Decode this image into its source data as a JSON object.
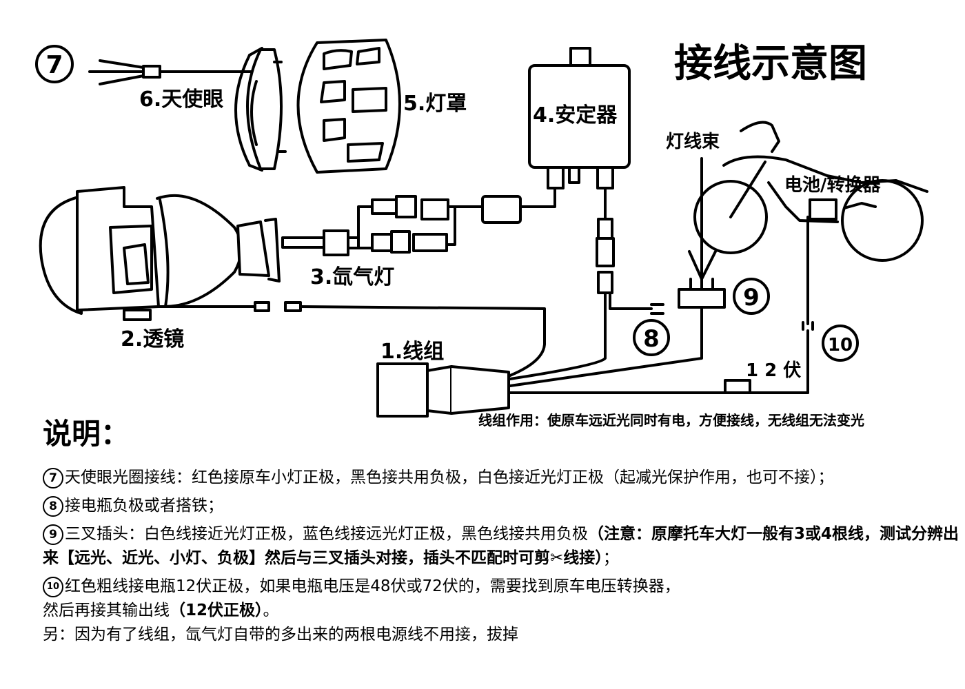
{
  "title": "接线示意图",
  "labels": {
    "angel_eye": "6.天使眼",
    "lamp_cover": "5.灯罩",
    "ballast": "4.安定器",
    "xenon_lamp": "3.氙气灯",
    "lens": "2.透镜",
    "harness": "1.线组",
    "light_harness": "灯线束",
    "battery_converter": "电池/转换器",
    "volt12": "1 2 伏"
  },
  "markers": {
    "m7": "7",
    "m8": "8",
    "m9": "9",
    "m10": "10"
  },
  "harness_function": "线组作用：使原车远近光同时有电，方便接线，无线组无法变光",
  "notes": {
    "heading": "说明：",
    "n7_marker": "7",
    "n7_text": "天使眼光圈接线：红色接原车小灯正极，黑色接共用负极，白色接近光灯正极（起减光保护作用，也可不接）；",
    "n8_marker": "8",
    "n8_text": "接电瓶负极或者搭铁；",
    "n9_marker": "9",
    "n9_text": "三叉插头：白色线接近光灯正极，蓝色线接远光灯正极，黑色线接共用负极",
    "n9_bold": "（注意：原摩托车大灯一般有3或4根线，测试分辨出来【远光、近光、小灯、负极】然后与三叉插头对接，插头不匹配时可剪✂线接）",
    "n9_end": "；",
    "n10_marker": "10",
    "n10_text": "红色粗线接电瓶12伏正极，如果电瓶电压是48伏或72伏的，需要找到原车电压转换器，",
    "n10_line2": "然后再接其输出线",
    "n10_bold": "（12伏正极）",
    "n10_end": "。",
    "extra": "另：因为有了线组，氙气灯自带的多出来的两根电源线不用接，拔掉"
  }
}
